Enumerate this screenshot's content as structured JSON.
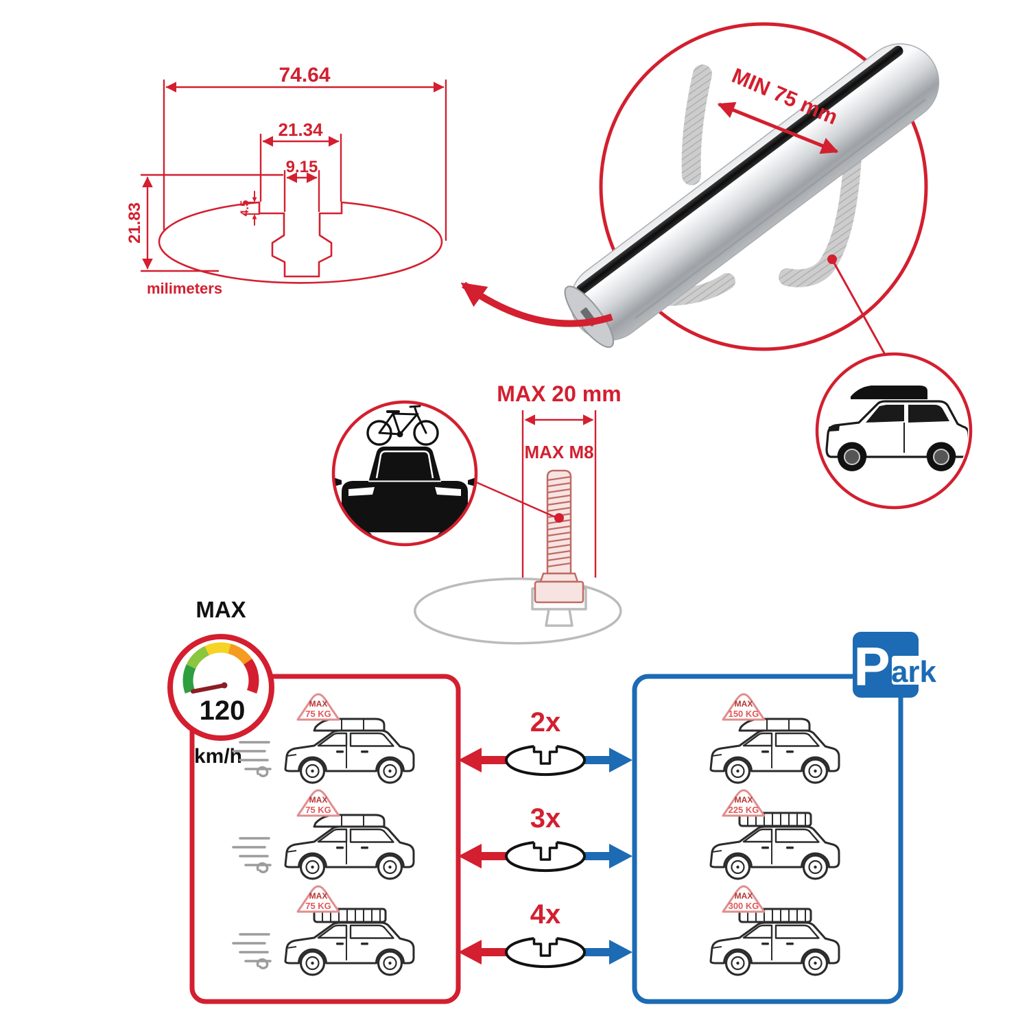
{
  "cross_section": {
    "width_total": "74.64",
    "slot_outer_width": "21.34",
    "slot_inner_width": "9.15",
    "step_depth": "4.5",
    "height": "21.83",
    "units_label": "milimeters"
  },
  "bar_detail": {
    "min_span": "MIN 75 mm"
  },
  "bolt_detail": {
    "max_width": "MAX 20 mm",
    "max_thread": "MAX M8"
  },
  "driving_panel": {
    "gauge_label": "MAX",
    "speed_value": "120",
    "speed_unit": "km/h",
    "badges": [
      {
        "label": "MAX",
        "value": "75 KG"
      },
      {
        "label": "MAX",
        "value": "75 KG"
      },
      {
        "label": "MAX",
        "value": "75 KG"
      }
    ]
  },
  "parking_panel": {
    "sign_p": "P",
    "sign_suffix": "ark",
    "badges": [
      {
        "label": "MAX",
        "value": "150 KG"
      },
      {
        "label": "MAX",
        "value": "225 KG"
      },
      {
        "label": "MAX",
        "value": "300 KG"
      }
    ]
  },
  "bar_counts": [
    {
      "label": "2x"
    },
    {
      "label": "3x"
    },
    {
      "label": "4x"
    }
  ],
  "colors": {
    "red": "#d31f2f",
    "blue": "#1c6bb4",
    "profile_gray": "#bbbbbb",
    "gauge_green": "#2f9e3f",
    "gauge_lime": "#8bc63f",
    "gauge_yellow": "#f6d324",
    "gauge_orange": "#f59b1f"
  }
}
